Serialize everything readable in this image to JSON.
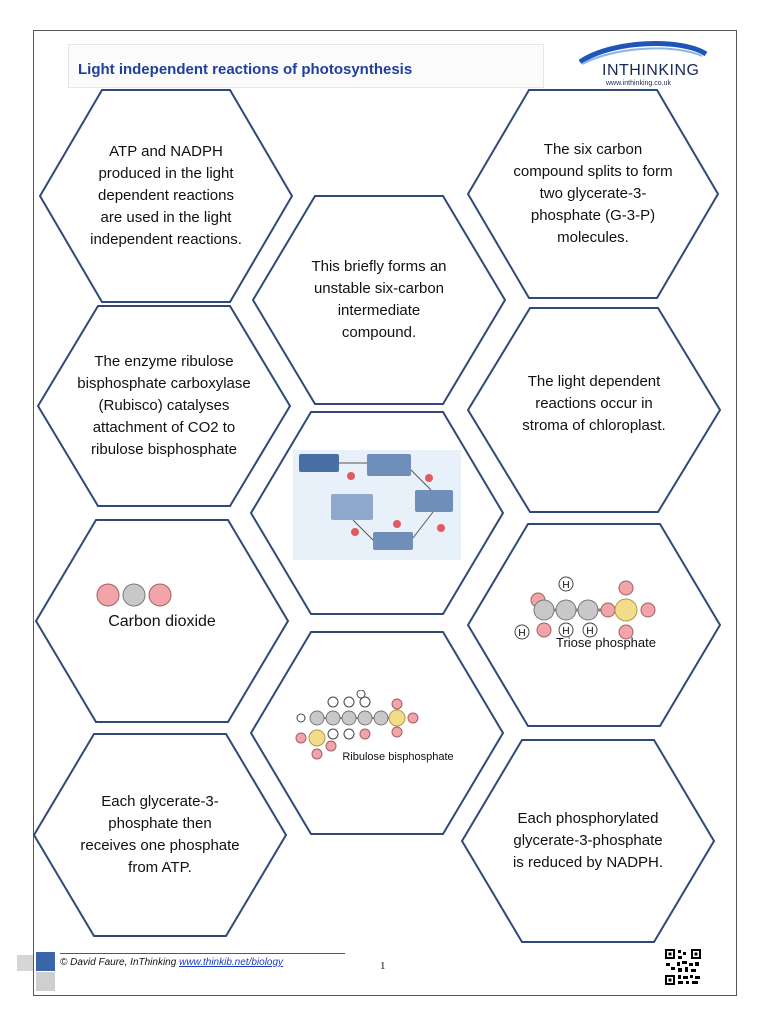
{
  "header": {
    "title": "Light independent reactions of photosynthesis",
    "logo_text": "INTHINKING",
    "logo_url": "www.inthinking.co.uk"
  },
  "cards": {
    "atp_nadph": "ATP and NADPH produced in the light dependent reactions are used in the light independent reactions.",
    "six_carbon_split": "The six carbon compound splits to form two glycerate-3-phosphate (G-3-P) molecules.",
    "unstable_intermediate": "This briefly forms an unstable six-carbon intermediate compound.",
    "rubisco": "The enzyme ribulose bisphosphate carboxylase (Rubisco) catalyses attachment of CO2 to ribulose bisphosphate",
    "stroma": "The light dependent reactions occur in stroma of chloroplast.",
    "carbon_dioxide": "Carbon dioxide",
    "triose_phosphate": "Triose phosphate",
    "ribulose_bisphosphate": "Ribulose bisphosphate",
    "glycerate_phosphate": "Each glycerate-3-phosphate then receives one phosphate from ATP.",
    "phosphorylated": "Each phosphorylated glycerate-3-phosphate is reduced by NADPH."
  },
  "molecule_labels": {
    "hydrogen": "H"
  },
  "footer": {
    "credit": "© David Faure, InThinking ",
    "link": "www.thinkib.net/biology",
    "page_number": "1"
  },
  "colors": {
    "hex_stroke": "#2f4a78",
    "title": "#1f3f9c",
    "carbon": "#b8b8b8",
    "oxygen": "#f2a4a8",
    "phosphorus": "#f3dc8a"
  }
}
